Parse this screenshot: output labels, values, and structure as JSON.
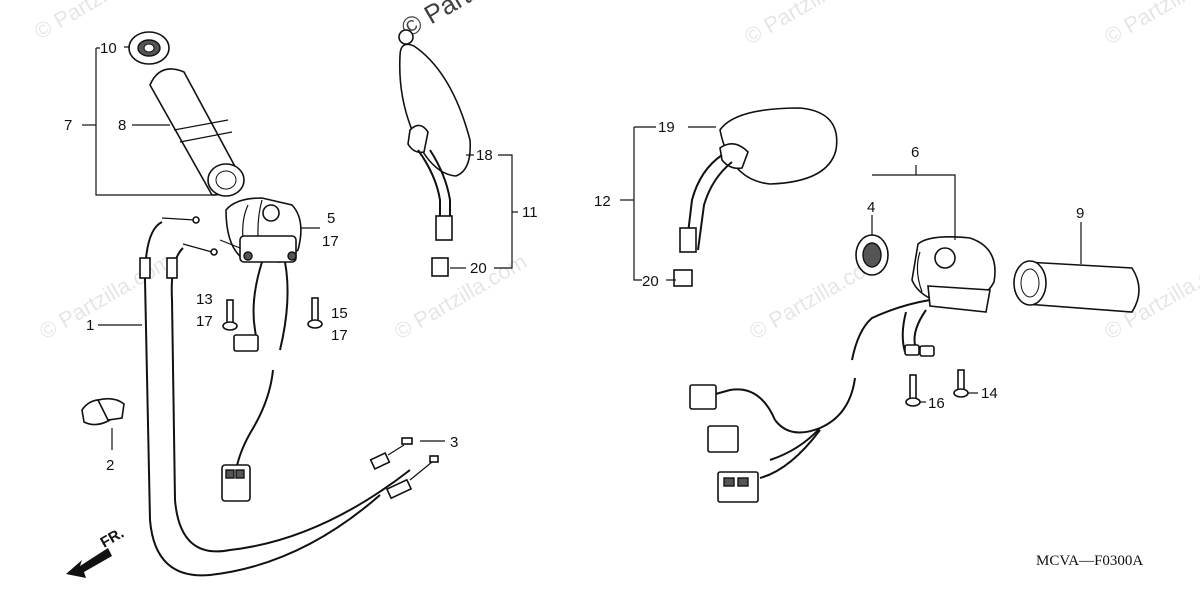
{
  "diagram": {
    "drawing_code": "MCVA—F0300A",
    "front_label": "FR.",
    "watermark": "© Partzilla.com",
    "watermark_top": "© Partz",
    "callouts": {
      "c1": "1",
      "c2": "2",
      "c3": "3",
      "c4": "4",
      "c5": "5",
      "c6": "6",
      "c7": "7",
      "c8": "8",
      "c9": "9",
      "c10": "10",
      "c11": "11",
      "c12": "12",
      "c13": "13",
      "c14": "14",
      "c15": "15",
      "c16": "16",
      "c17a": "17",
      "c17b": "17",
      "c17c": "17",
      "c18": "18",
      "c19": "19",
      "c20a": "20",
      "c20b": "20"
    }
  }
}
